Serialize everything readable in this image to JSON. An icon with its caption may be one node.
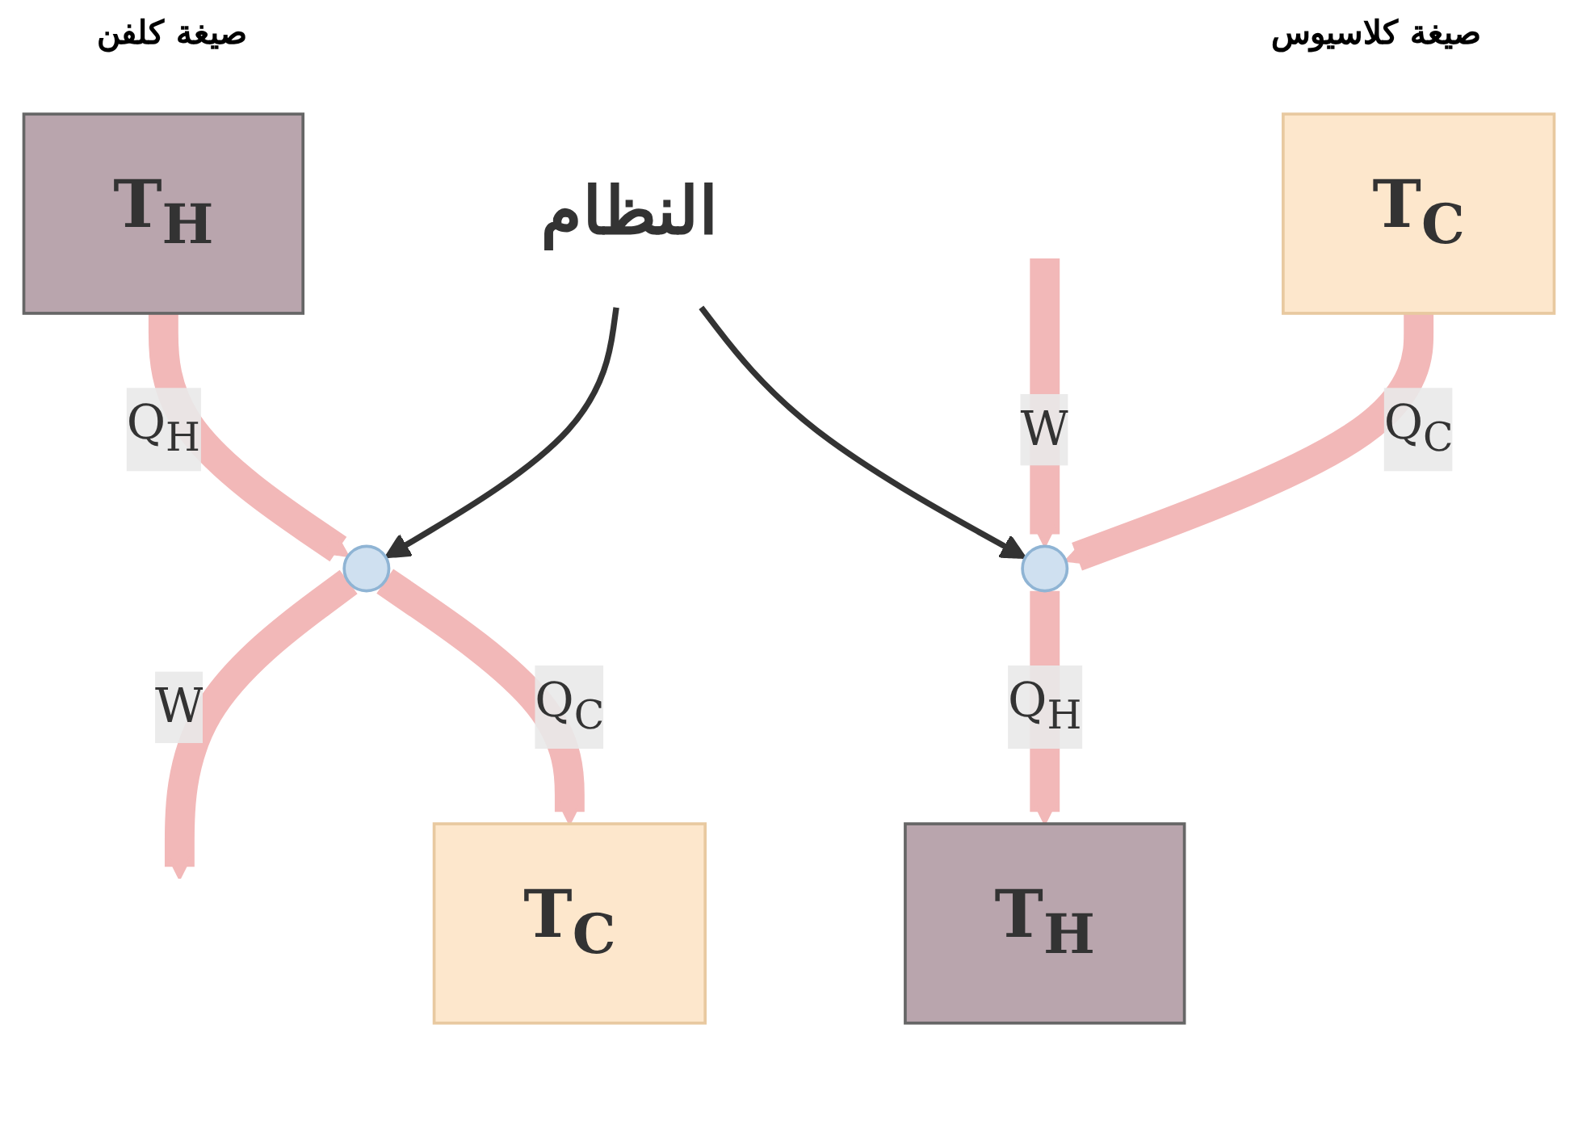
{
  "diagram": {
    "nodes": [
      {
        "text": [
          "T$_{H}$"
        ]
      },
      {
        "text": [],
        "shape": "circle"
      },
      {
        "text": [
          "T$_{C}$"
        ]
      },
      {
        "text": [
          "T$_{H}$"
        ]
      },
      {
        "text": [],
        "shape": "circle"
      },
      {
        "text": [
          "T$_{C}$"
        ]
      },
      {
        "text": [
          "النظام"
        ]
      }
    ],
    "edges": [
      {
        "from": 0,
        "to": 1,
        "arrow": "to",
        "label": "Q$_{H}$"
      },
      {
        "from": 1,
        "to": null,
        "arrow": "to",
        "label": "W"
      },
      {
        "from": 1,
        "to": 2,
        "arrow": "to",
        "label": "Q$_{C}$"
      },
      {
        "from": 6,
        "to": 1,
        "arrow": "to",
        "color": "#333333"
      },
      {
        "from": 6,
        "to": 4,
        "arrow": "to",
        "color": "#333333"
      },
      {
        "from": 4,
        "to": 3,
        "arrow": "to",
        "label": "Q$_{H}$"
      },
      {
        "from": null,
        "to": 4,
        "arrow": "to",
        "label": "W"
      },
      {
        "from": 5,
        "to": 4,
        "arrow": "to",
        "label": "Q$_{C}$"
      }
    ],
    "labels": [
      "صيغة كلفن",
      "صيغة كلاسيوس"
    ]
  }
}
